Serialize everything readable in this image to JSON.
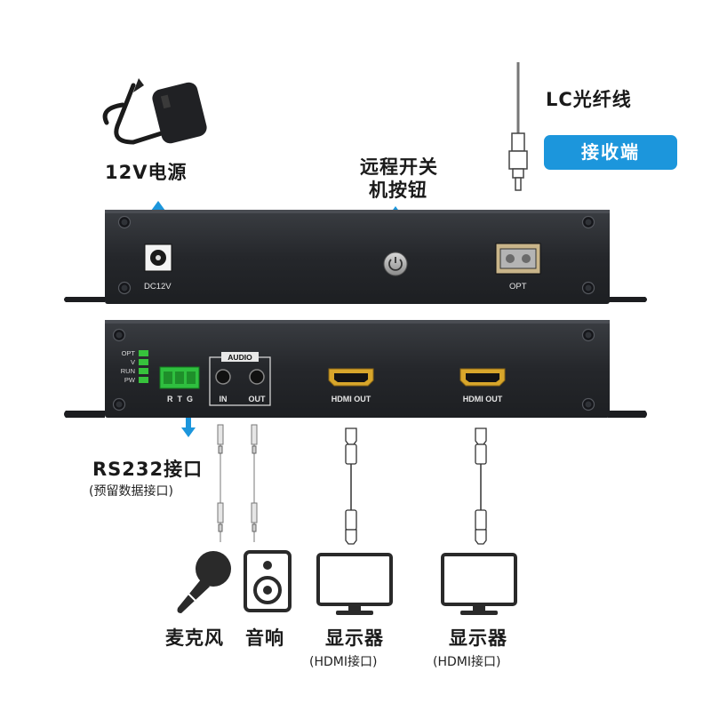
{
  "labels": {
    "power": "12V电源",
    "remote_line1": "远程开关",
    "remote_line2": "机按钮",
    "fiber": "LC光纤线",
    "receiver_badge": "接收端",
    "rs232": "RS232接口",
    "rs232_note": "(预留数据接口)",
    "mic": "麦克风",
    "speaker": "音响",
    "display1": "显示器",
    "display1_note": "(HDMI接口)",
    "display2": "显示器",
    "display2_note": "(HDMI接口)"
  },
  "panel_top": {
    "dc_label": "DC12V",
    "opt_label": "OPT"
  },
  "panel_bottom": {
    "led_labels": [
      "OPT",
      "V",
      "RUN",
      "PW"
    ],
    "terminal_label": "R  T  G",
    "audio_title": "AUDIO",
    "audio_in": "IN",
    "audio_out": "OUT",
    "hdmi1": "HDMI OUT",
    "hdmi2": "HDMI OUT"
  },
  "colors": {
    "accent_blue": "#1c96dc",
    "panel_dark": "#2a2c30",
    "led_green": "#37c23c"
  },
  "icons": [
    "power-adapter-icon",
    "power-button-icon",
    "fiber-connector-icon",
    "microphone-icon",
    "speaker-icon",
    "monitor-icon",
    "hdmi-cable-icon",
    "audio-cable-icon"
  ]
}
